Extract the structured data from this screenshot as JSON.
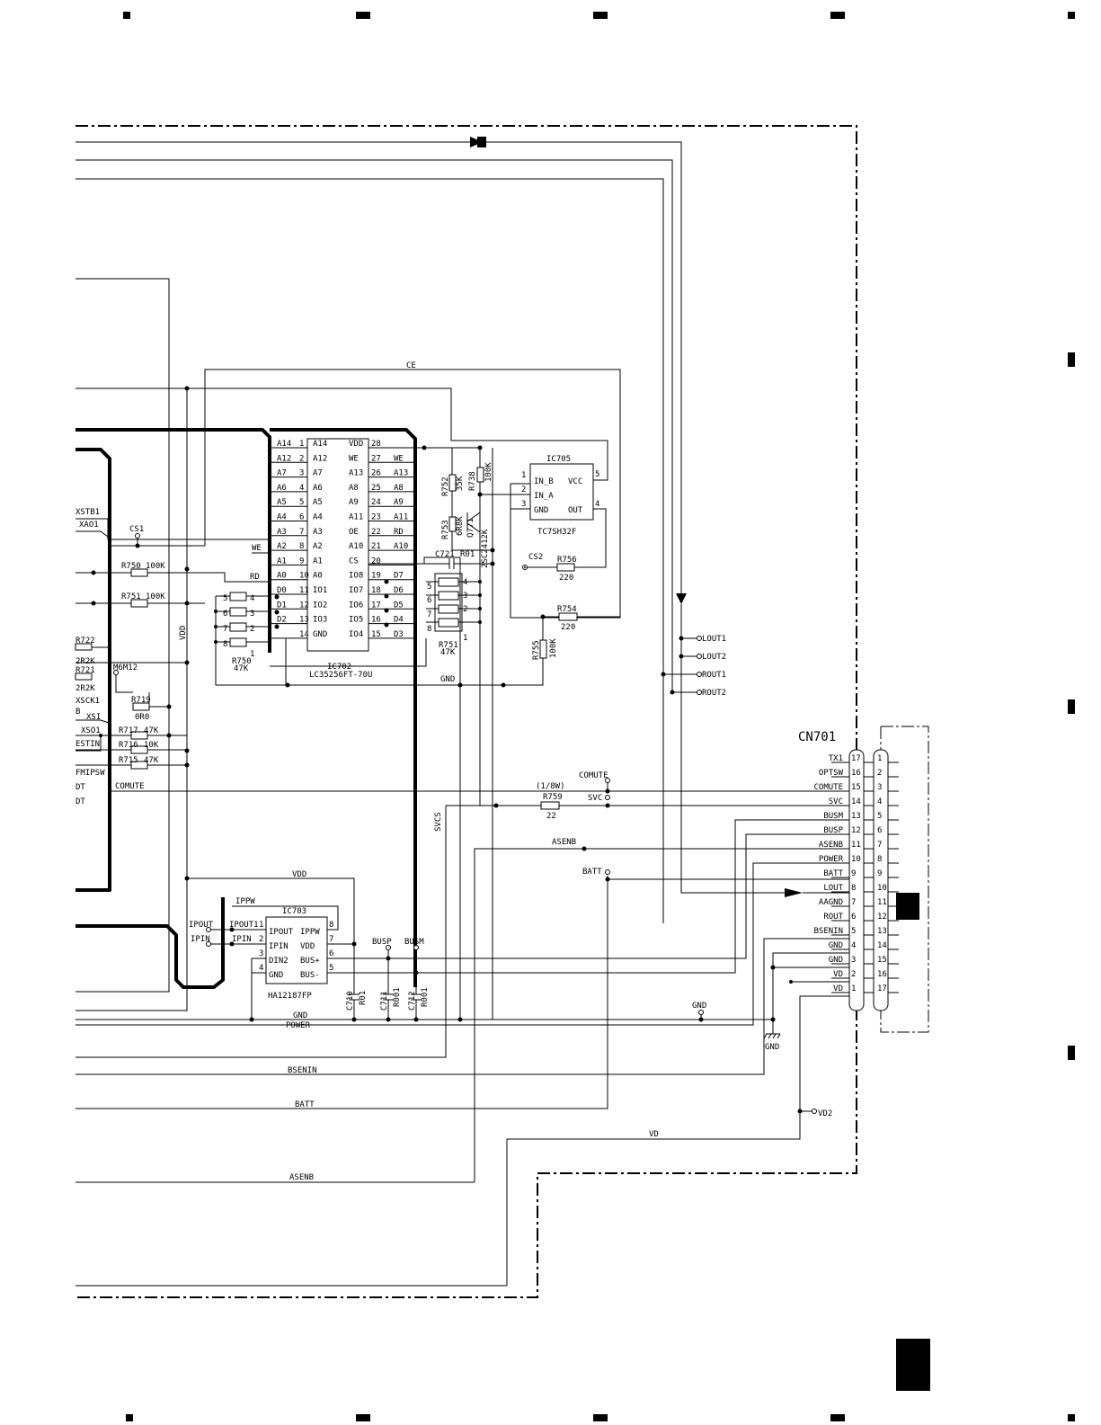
{
  "ic702": {
    "ref": "IC702",
    "part": "LC35256FT-70U",
    "left_pins": [
      {
        "n": "1",
        "name": "A14",
        "net": "A14"
      },
      {
        "n": "2",
        "name": "A12",
        "net": "A12"
      },
      {
        "n": "3",
        "name": "A7",
        "net": "A7"
      },
      {
        "n": "4",
        "name": "A6",
        "net": "A6"
      },
      {
        "n": "5",
        "name": "A5",
        "net": "A5"
      },
      {
        "n": "6",
        "name": "A4",
        "net": "A4"
      },
      {
        "n": "7",
        "name": "A3",
        "net": "A3"
      },
      {
        "n": "8",
        "name": "A2",
        "net": "A2"
      },
      {
        "n": "9",
        "name": "A1",
        "net": "A1"
      },
      {
        "n": "10",
        "name": "A0",
        "net": "A0"
      },
      {
        "n": "11",
        "name": "IO1",
        "net": "D0"
      },
      {
        "n": "12",
        "name": "IO2",
        "net": "D1"
      },
      {
        "n": "13",
        "name": "IO3",
        "net": "D2"
      },
      {
        "n": "14",
        "name": "GND",
        "net": ""
      }
    ],
    "right_pins": [
      {
        "n": "28",
        "name": "VDD",
        "net": ""
      },
      {
        "n": "27",
        "name": "WE",
        "net": "WE"
      },
      {
        "n": "26",
        "name": "A13",
        "net": "A13"
      },
      {
        "n": "25",
        "name": "A8",
        "net": "A8"
      },
      {
        "n": "24",
        "name": "A9",
        "net": "A9"
      },
      {
        "n": "23",
        "name": "A11",
        "net": "A11"
      },
      {
        "n": "22",
        "name": "OE",
        "net": "RD"
      },
      {
        "n": "21",
        "name": "A10",
        "net": "A10"
      },
      {
        "n": "20",
        "name": "CS",
        "net": ""
      },
      {
        "n": "19",
        "name": "IO8",
        "net": "D7"
      },
      {
        "n": "18",
        "name": "IO7",
        "net": "D6"
      },
      {
        "n": "17",
        "name": "IO6",
        "net": "D5"
      },
      {
        "n": "16",
        "name": "IO5",
        "net": "D4"
      },
      {
        "n": "15",
        "name": "IO4",
        "net": "D3"
      }
    ]
  },
  "ic705": {
    "ref": "IC705",
    "part": "TC7SH32F",
    "pins": [
      {
        "n": "1",
        "name": "IN_B"
      },
      {
        "n": "2",
        "name": "IN_A"
      },
      {
        "n": "3",
        "name": "GND"
      },
      {
        "n": "5",
        "name": "VCC"
      },
      {
        "n": "4",
        "name": "OUT"
      }
    ]
  },
  "ic703": {
    "ref": "IC703",
    "part": "HA12187FP",
    "left_pins": [
      {
        "n": "1",
        "name": "IPOUT"
      },
      {
        "n": "2",
        "name": "IPIN"
      },
      {
        "n": "3",
        "name": "DIN2"
      },
      {
        "n": "4",
        "name": "GND"
      }
    ],
    "right_pins": [
      {
        "n": "8",
        "name": "IPPW"
      },
      {
        "n": "7",
        "name": "VDD"
      },
      {
        "n": "6",
        "name": "BUS+"
      },
      {
        "n": "5",
        "name": "BUS-"
      }
    ],
    "nets": {
      "ipout": "IPOUT",
      "ipin": "IPIN",
      "ipout1": "IPOUT1",
      "ipin2": "IPIN",
      "ippw": "IPPW",
      "vdd": "VDD"
    }
  },
  "cn701": {
    "ref": "CN701",
    "rows": [
      {
        "label": "TX1",
        "a": "17",
        "b": "1"
      },
      {
        "label": "OPTSW",
        "a": "16",
        "b": "2"
      },
      {
        "label": "COMUTE",
        "a": "15",
        "b": "3"
      },
      {
        "label": "SVC",
        "a": "14",
        "b": "4"
      },
      {
        "label": "BUSM",
        "a": "13",
        "b": "5"
      },
      {
        "label": "BUSP",
        "a": "12",
        "b": "6"
      },
      {
        "label": "ASENB",
        "a": "11",
        "b": "7"
      },
      {
        "label": "POWER",
        "a": "10",
        "b": "8"
      },
      {
        "label": "BATT",
        "a": "9",
        "b": "9"
      },
      {
        "label": "LOUT",
        "a": "8",
        "b": "10"
      },
      {
        "label": "AAGND",
        "a": "7",
        "b": "11"
      },
      {
        "label": "ROUT",
        "a": "6",
        "b": "12"
      },
      {
        "label": "BSENIN",
        "a": "5",
        "b": "13"
      },
      {
        "label": "GND",
        "a": "4",
        "b": "14"
      },
      {
        "label": "GND",
        "a": "3",
        "b": "15"
      },
      {
        "label": "VD",
        "a": "2",
        "b": "16"
      },
      {
        "label": "VD",
        "a": "1",
        "b": "17"
      }
    ]
  },
  "parts": {
    "r752": "R752",
    "r752v": "35K",
    "r738": "R738",
    "r738v": "100K",
    "r753": "R753",
    "r753v": "6R8K",
    "q771": "Q771",
    "q771p": "2SC2412K",
    "c721": "C721",
    "c721v": "R01",
    "cs2": "CS2",
    "r756": "R756",
    "r756v": "220",
    "r754": "R754",
    "r754v": "220",
    "r755": "R755",
    "r755v": "100K",
    "r751": "R751",
    "r751v": "47K",
    "r750": "R750",
    "r750v": "47K",
    "r750s": "R750",
    "r750sv": "100K",
    "r751s": "R751",
    "r751sv": "100K",
    "r722": "R722",
    "r722v": "2R2K",
    "r721": "R721",
    "r721v": "2R2K",
    "r719": "R719",
    "r719v": "0R0",
    "r717": "R717",
    "r717v": "47K",
    "r716": "R716",
    "r716v": "10K",
    "r715": "R715",
    "r715v": "47K",
    "r759": "R759",
    "r759v": "22",
    "r759w": "(1/8W)",
    "c710": "C710",
    "c710v": "R01",
    "c711": "C711",
    "c711v": "R001",
    "c712": "C712",
    "c712v": "R001",
    "res_pins": [
      "1",
      "2",
      "3",
      "4",
      "5",
      "6",
      "7",
      "8"
    ]
  },
  "nets": {
    "ce": "CE",
    "vdd": "VDD",
    "gnd": "GND",
    "power": "POWER",
    "bsenin": "BSENIN",
    "batt": "BATT",
    "asenb": "ASENB",
    "vd": "VD",
    "vd2": "VD2",
    "svcs": "SVCS",
    "comute": "COMUTE",
    "svc": "SVC",
    "busp": "BUSP",
    "busm": "BUSM",
    "lout1": "LOUT1",
    "lout2": "LOUT2",
    "rout1": "ROUT1",
    "rout2": "ROUT2",
    "cs1": "CS1",
    "m6m12": "M6M12",
    "we": "WE",
    "rd": "RD",
    "xstb1": "XSTB1",
    "xao1": "XAO1",
    "xsck1": "XSCK1",
    "b": "B",
    "xsi": "XSI",
    "xso1": "XSO1",
    "estin": "ESTIN",
    "fmipsw": "FMIPSW",
    "dt1": "DT",
    "dt2": "DT"
  }
}
